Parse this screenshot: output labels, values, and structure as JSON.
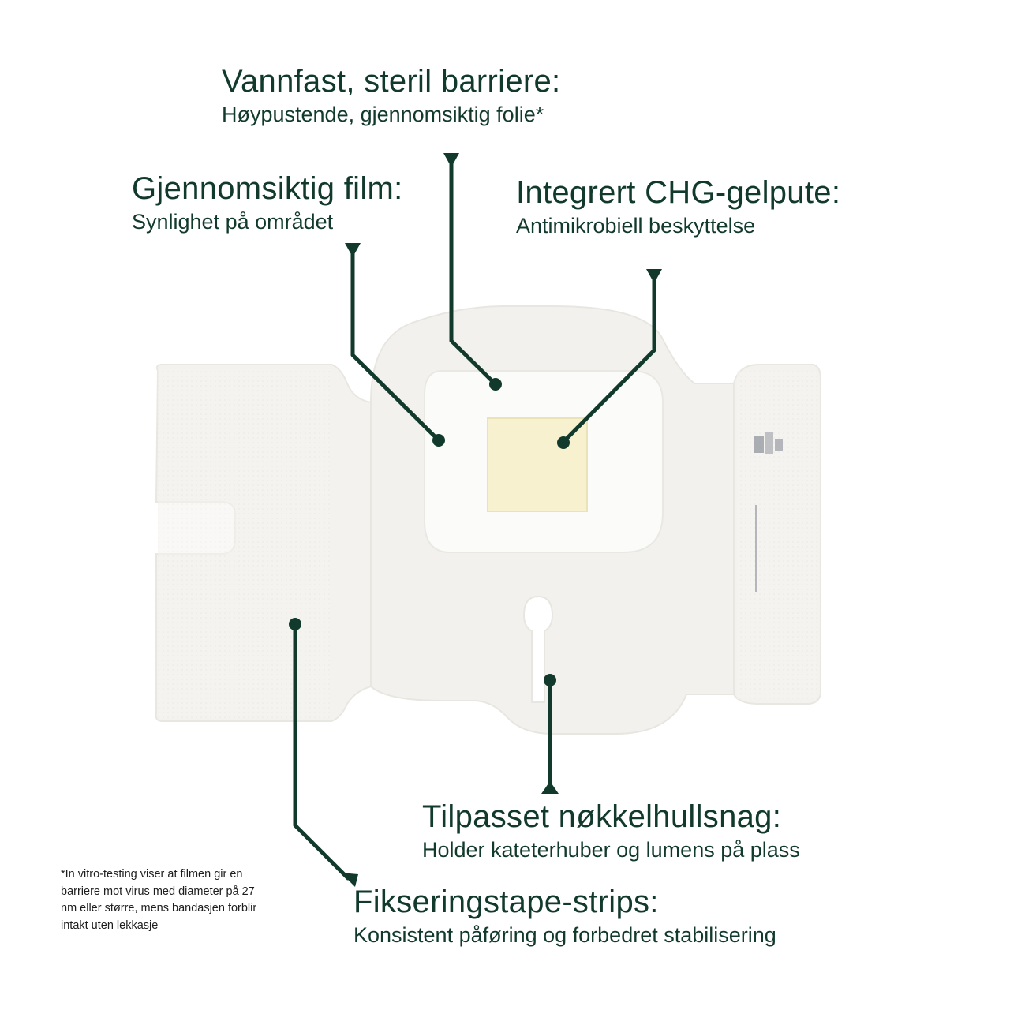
{
  "colors": {
    "ink": "#123a2c",
    "dressing": "#f3f2ee",
    "dressing_edge": "#e6e5df",
    "gel_pad": "#f8f1cf",
    "background": "#ffffff"
  },
  "callouts": {
    "barrier": {
      "title": "Vannfast, steril barriere:",
      "subtitle": "Høypustende, gjennomsiktig folie*"
    },
    "film": {
      "title": "Gjennomsiktig film:",
      "subtitle": "Synlighet på området"
    },
    "gel": {
      "title": "Integrert CHG-gelpute:",
      "subtitle": "Antimikrobiell beskyttelse"
    },
    "notch": {
      "title": "Tilpasset nøkkelhullsnag:",
      "subtitle": "Holder kateterhuber og lumens på plass"
    },
    "strips": {
      "title": "Fikseringstape-strips:",
      "subtitle": "Konsistent påføring og forbedret stabilisering"
    }
  },
  "footnote": "*In vitro-testing viser at filmen gir en barriere mot virus med diameter på 27 nm eller større, mens bandasjen forblir intakt uten lekkasje"
}
